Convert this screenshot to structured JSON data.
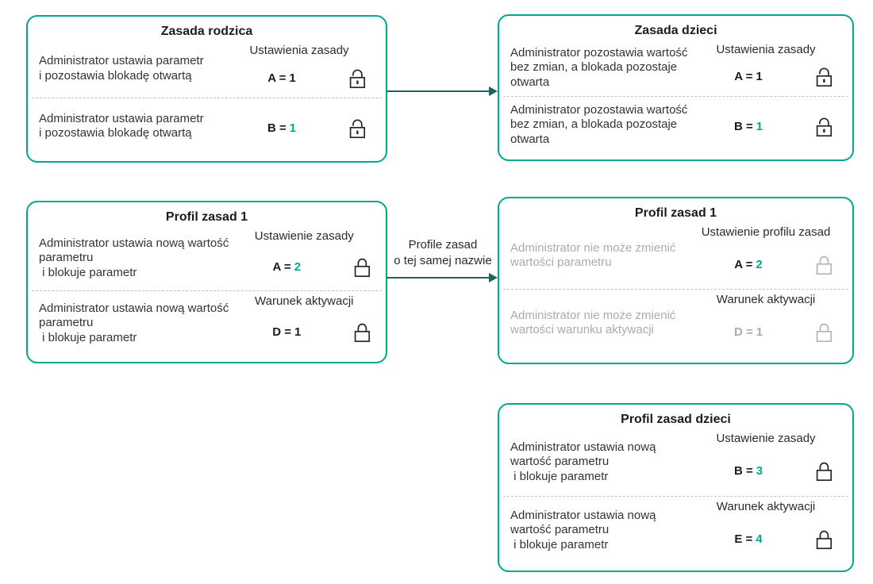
{
  "colors": {
    "box_border": "#00A88E",
    "accent_value": "#00A88E",
    "arrow": "#1F6358",
    "muted_text": "#ABABAB",
    "text": "#1C1C1C",
    "divider": "#C3C3C3"
  },
  "icons": {
    "open_lock": "open-padlock",
    "closed_lock": "closed-padlock"
  },
  "boxes": [
    {
      "title": "Zasada rodzica",
      "sections": [
        {
          "header": "Ustawienia zasady",
          "desc": "Administrator ustawia parametr\ni pozostawia blokadę otwartą",
          "value_prefix": "A =",
          "value_num": "1",
          "lock": "open-padlock"
        },
        {
          "header": "",
          "desc": "Administrator ustawia parametr\ni pozostawia blokadę otwartą",
          "value_prefix": "B =",
          "value_num": "1",
          "lock": "open-padlock"
        }
      ]
    },
    {
      "title": "Zasada dzieci",
      "sections": [
        {
          "header": "Ustawienia zasady",
          "desc": "Administrator pozostawia wartość\nbez zmian, a blokada pozostaje\notwarta",
          "value_prefix": "A =",
          "value_num": "1",
          "lock": "open-padlock"
        },
        {
          "header": "",
          "desc": "Administrator pozostawia wartość\nbez zmian, a blokada pozostaje\notwarta",
          "value_prefix": "B =",
          "value_num": "1",
          "lock": "open-padlock"
        }
      ]
    },
    {
      "title": "Profil zasad 1",
      "sections": [
        {
          "header": "Ustawienie zasady",
          "desc": "Administrator ustawia nową wartość\nparametru\n i blokuje parametr",
          "value_prefix": "A =",
          "value_num": "2",
          "lock": "closed-padlock"
        },
        {
          "header": "Warunek aktywacji",
          "desc": "Administrator ustawia nową wartość\nparametru\n i blokuje parametr",
          "value_prefix": "D =",
          "value_num": "1",
          "lock": "closed-padlock"
        }
      ]
    },
    {
      "title": "Profil zasad 1",
      "sections": [
        {
          "header": "Ustawienie profilu zasad",
          "desc": "Administrator nie może zmienić\nwartości parametru",
          "value_prefix": "A =",
          "value_num": "2",
          "lock": "closed-padlock"
        },
        {
          "header": "Warunek aktywacji",
          "desc": "Administrator nie może zmienić\nwartości warunku aktywacji",
          "value_prefix": "D =",
          "value_num": "1",
          "lock": "closed-padlock"
        }
      ]
    },
    {
      "title": "Profil zasad dzieci",
      "sections": [
        {
          "header": "Ustawienie zasady",
          "desc": "Administrator ustawia nową\nwartość parametru\n i blokuje parametr",
          "value_prefix": "B =",
          "value_num": "3",
          "lock": "closed-padlock"
        },
        {
          "header": "Warunek aktywacji",
          "desc": "Administrator ustawia nową\nwartość parametru\n i blokuje parametr",
          "value_prefix": "E =",
          "value_num": "4",
          "lock": "closed-padlock"
        }
      ]
    }
  ],
  "arrows": [
    {
      "label": ""
    },
    {
      "label": "Profile zasad\no tej samej nazwie"
    }
  ]
}
